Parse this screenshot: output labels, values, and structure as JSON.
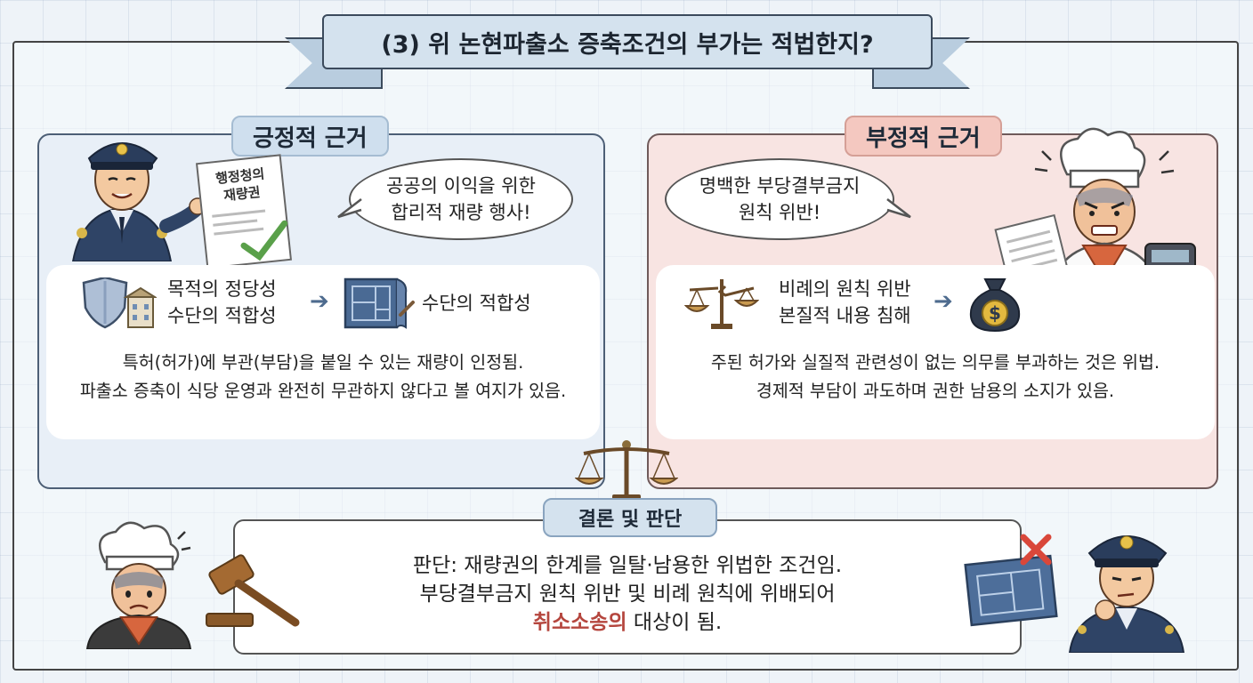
{
  "title": "(3) 위 논현파출소 증축조건의 부가는 적법한지?",
  "positive": {
    "tag": "긍정적 근거",
    "document_lines": [
      "행정청의",
      "재량권"
    ],
    "bubble_lines": [
      "공공의 이익을 위한",
      "합리적 재량 행사!"
    ],
    "flow_left_lines": [
      "목적의 정당성",
      "수단의 적합성"
    ],
    "flow_right": "수단의 적합성",
    "desc_lines": [
      "특허(허가)에 부관(부담)을 붙일 수 있는 재량이 인정됨.",
      "파출소 증축이 식당 운영과 완전히 무관하지 않다고 볼 여지가 있음."
    ]
  },
  "negative": {
    "tag": "부정적 근거",
    "bubble_lines": [
      "명백한 부당결부금지",
      "원칙 위반!"
    ],
    "flow_left_lines": [
      "비례의 원칙 위반",
      "본질적 내용 침해"
    ],
    "money_symbol": "$",
    "desc_lines": [
      "주된 허가와 실질적 관련성이 없는 의무를 부과하는 것은 위법.",
      "경제적 부담이 과도하며 권한 남용의 소지가 있음."
    ]
  },
  "conclusion": {
    "tag": "결론 및 판단",
    "line1": "판단: 재량권의 한계를 일탈·남용한 위법한 조건임.",
    "line2": "부당결부금지 원칙 위반 및 비례 원칙에 위배되어",
    "line3_highlight": "취소소송의",
    "line3_rest": " 대상이 됨."
  },
  "colors": {
    "accent_blue": "#4e6b8e",
    "accent_red": "#b5463e",
    "positive_bg": "#e8eff7",
    "negative_bg": "#f8e4e2"
  },
  "icons": [
    "police-officer-icon",
    "document-check-icon",
    "shield-building-icon",
    "blueprint-icon",
    "broken-scale-icon",
    "money-bag-icon",
    "chef-icon",
    "calculator-icon",
    "scale-icon",
    "gavel-icon",
    "x-mark-icon"
  ]
}
